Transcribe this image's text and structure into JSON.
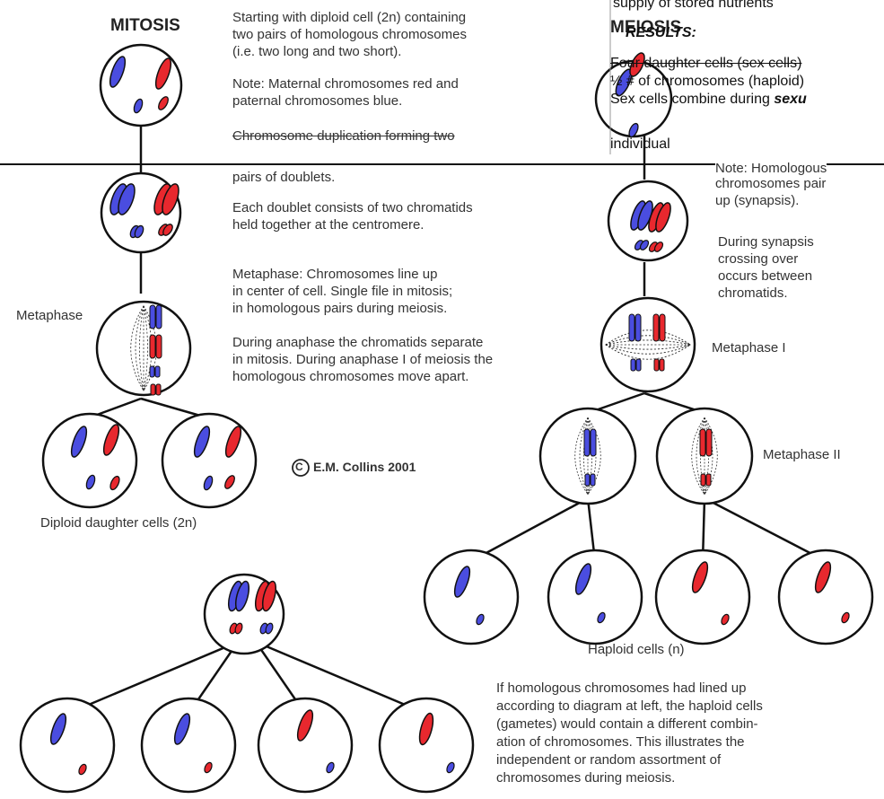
{
  "headers": {
    "mitosis": "MITOSIS",
    "meiosis": "MEIOSIS"
  },
  "notes": {
    "line1": "Starting with diploid cell (2n) containing",
    "line2": "two pairs of homologous chromosomes",
    "line3": "(i.e. two long and two short).",
    "line4": "Note: Maternal chromosomes red and",
    "line5": "paternal chromosomes blue.",
    "line6": "Chromosome duplication forming two",
    "line7": "pairs of doublets.",
    "line8": "Each doublet consists of two chromatids",
    "line9": "held together at the centromere.",
    "line10": "Metaphase: Chromosomes line up",
    "line11": "in center of cell. Single file in mitosis;",
    "line12": "in homologous pairs during meiosis.",
    "line13": "During anaphase the chromatids separate",
    "line14": "in mitosis. During anaphase I of meiosis the",
    "line15": "homologous chromosomes move apart."
  },
  "meiosis_notes": {
    "homologous1": "Note: Homologous",
    "homologous2": "chromosomes pair",
    "homologous3": "up (synapsis).",
    "synapsis1": "During synapsis",
    "synapsis2": "crossing over",
    "synapsis3": "occurs between",
    "synapsis4": "chromatids."
  },
  "labels": {
    "metaphase": "Metaphase",
    "metaphase_1": "Metaphase I",
    "metaphase_2": "Metaphase II",
    "copyright": "E.M. Collins 2001",
    "copyright_symbol": "C",
    "diploid_cells": "Diploid daughter cells (2n)",
    "haploid_cells": "Haploid cells (n)"
  },
  "assortment_note": {
    "line1": "If homologous chromosomes had lined up",
    "line2": "according to diagram at left, the haploid cells",
    "line3": "(gametes) would contain a different combin-",
    "line4": "ation of chromosomes. This illustrates the",
    "line5": "independent or random assortment of",
    "line6": "chromosomes during meiosis."
  },
  "overlay": {
    "top_line": "supply of stored nutrients",
    "results_heading": "RESULTS:",
    "result1": "Four daughter cells (sex cells)",
    "result2_pre": "½ # of chromosomes (haploid)",
    "result3_pre": "Sex cells combine during ",
    "result3_bold": "sexu",
    "result4": "individual"
  },
  "colors": {
    "maternal": "#e8282e",
    "paternal": "#4a4de0",
    "outline": "#111111"
  }
}
